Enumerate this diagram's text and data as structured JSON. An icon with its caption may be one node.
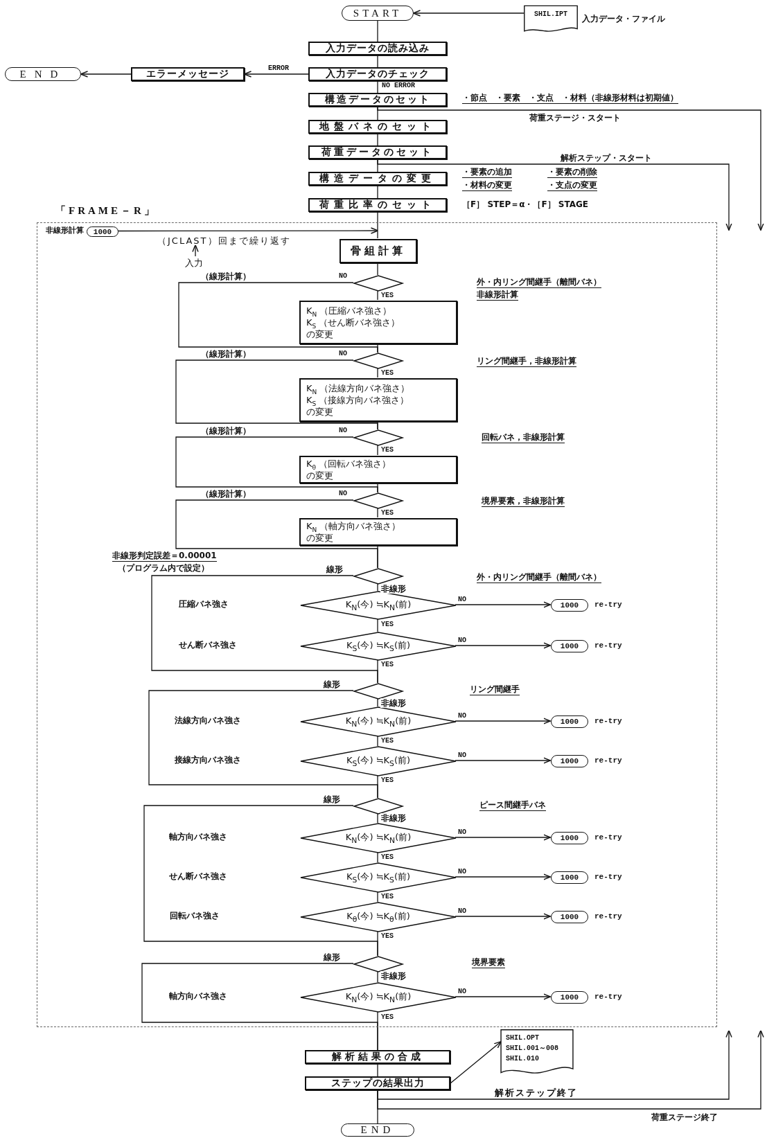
{
  "diagram": {
    "nodes": [
      {
        "text": [
          "START"
        ]
      },
      {
        "text": [
          "SHIL.IPT"
        ],
        "beside": [
          "入力データ・ファイル"
        ]
      },
      {
        "text": [
          "入力データの読み込み"
        ]
      },
      {
        "text": [
          "入力データのチェック"
        ]
      },
      {
        "text": [
          "エラーメッセージ"
        ]
      },
      {
        "text": [
          "END"
        ]
      },
      {
        "text": [
          "構造データのセット"
        ],
        "beside": [
          "・節点　・要素　・支点　・材料（非線形材料は初期値）"
        ]
      },
      {
        "text": [
          "地盤バネのセット"
        ]
      },
      {
        "text": [
          "荷重データのセット"
        ]
      },
      {
        "text": [
          "構造データの変更"
        ],
        "beside": [
          "・要素の追加",
          "・要素の削除",
          "・材料の変更",
          "・支点の変更"
        ]
      },
      {
        "text": [
          "荷重比率のセット"
        ],
        "beside": [
          "［F］ STEP＝α・［F］ STAGE"
        ]
      },
      {
        "text": [
          "「FRAME－R」"
        ]
      },
      {
        "text": [
          "1000"
        ],
        "in": 11,
        "beside": [
          "非線形計算"
        ]
      },
      {
        "text": [
          "（JCLAST）回まで繰り返す"
        ],
        "in": 11
      },
      {
        "text": [
          "入力"
        ],
        "in": 11
      },
      {
        "text": [
          "骨組計算"
        ],
        "in": 11
      },
      {
        "text": [],
        "shape": "diamond",
        "in": 11
      },
      {
        "text": [
          "K$_{N}$ （圧縮バネ強さ）",
          "K$_{S}$ （せん断バネ強さ）",
          "の変更"
        ],
        "in": 11
      },
      {
        "text": [],
        "shape": "diamond",
        "in": 11
      },
      {
        "text": [
          "K$_{N}$ （法線方向バネ強さ）",
          "K$_{S}$ （接線方向バネ強さ）",
          "の変更"
        ],
        "in": 11
      },
      {
        "text": [],
        "shape": "diamond",
        "in": 11
      },
      {
        "text": [
          "K$_{θ}$ （回転バネ強さ）",
          "の変更"
        ],
        "in": 11
      },
      {
        "text": [],
        "shape": "diamond",
        "in": 11
      },
      {
        "text": [
          "K$_{N}$ （軸方向バネ強さ）",
          "の変更"
        ],
        "in": 11
      },
      {
        "text": [],
        "shape": "diamond",
        "in": 11
      },
      {
        "text": [
          "K$_{N}$(今) ≒K$_{N}$(前)"
        ],
        "in": 11
      },
      {
        "text": [
          "1000"
        ],
        "in": 11,
        "beside": [
          "re-try"
        ]
      },
      {
        "text": [
          "K$_{S}$(今) ≒K$_{S}$(前)"
        ],
        "in": 11
      },
      {
        "text": [
          "1000"
        ],
        "in": 11,
        "beside": [
          "re-try"
        ]
      },
      {
        "text": [],
        "shape": "diamond",
        "in": 11
      },
      {
        "text": [
          "K$_{N}$(今) ≒K$_{N}$(前)"
        ],
        "in": 11
      },
      {
        "text": [
          "1000"
        ],
        "in": 11,
        "beside": [
          "re-try"
        ]
      },
      {
        "text": [
          "K$_{S}$(今) ≒K$_{S}$(前)"
        ],
        "in": 11
      },
      {
        "text": [
          "1000"
        ],
        "in": 11,
        "beside": [
          "re-try"
        ]
      },
      {
        "text": [],
        "shape": "diamond",
        "in": 11
      },
      {
        "text": [
          "K$_{N}$(今) ≒K$_{N}$(前)"
        ],
        "in": 11
      },
      {
        "text": [
          "1000"
        ],
        "in": 11,
        "beside": [
          "re-try"
        ]
      },
      {
        "text": [
          "K$_{S}$(今) ≒K$_{S}$(前)"
        ],
        "in": 11
      },
      {
        "text": [
          "1000"
        ],
        "in": 11,
        "beside": [
          "re-try"
        ]
      },
      {
        "text": [
          "K$_{θ}$(今) ≒K$_{θ}$(前)"
        ],
        "in": 11
      },
      {
        "text": [
          "1000"
        ],
        "in": 11,
        "beside": [
          "re-try"
        ]
      },
      {
        "text": [],
        "shape": "diamond",
        "in": 11
      },
      {
        "text": [
          "K$_{N}$(今) ≒K$_{N}$(前)"
        ],
        "in": 11
      },
      {
        "text": [
          "1000"
        ],
        "in": 11,
        "beside": [
          "re-try"
        ]
      },
      {
        "text": [
          "解析結果の合成"
        ]
      },
      {
        "text": [
          "ステップの結果出力"
        ]
      },
      {
        "text": [
          "SHIL.OPT",
          "SHIL.001～008",
          "SHIL.010"
        ]
      },
      {
        "text": [
          "END"
        ]
      }
    ],
    "edges": [
      {
        "from": 1,
        "to": 0,
        "arrow": "to"
      },
      {
        "from": 0,
        "to": 2,
        "arrow": "none"
      },
      {
        "from": 2,
        "to": 3,
        "arrow": "none"
      },
      {
        "from": 3,
        "to": 4,
        "arrow": "to",
        "label": "ERROR"
      },
      {
        "from": 4,
        "to": 5,
        "arrow": "to"
      },
      {
        "from": 3,
        "to": 6,
        "arrow": "none",
        "label": "NO ERROR"
      },
      {
        "from": 6,
        "to": 7,
        "arrow": "none"
      },
      {
        "from": 6,
        "to": null,
        "arrow": "to",
        "label": "荷重ステージ・スタート"
      },
      {
        "from": 7,
        "to": 8,
        "arrow": "none"
      },
      {
        "from": 8,
        "to": 9,
        "arrow": "none"
      },
      {
        "from": 8,
        "to": 11,
        "arrow": "to",
        "label": "解析ステップ・スタート"
      },
      {
        "from": 9,
        "to": 10,
        "arrow": "none"
      },
      {
        "from": 10,
        "to": 15,
        "arrow": "none"
      },
      {
        "from": 12,
        "to": 15,
        "arrow": "to"
      },
      {
        "from": 14,
        "to": 13,
        "arrow": "to"
      },
      {
        "from": 15,
        "to": 16,
        "arrow": "none"
      },
      {
        "from": 16,
        "to": 17,
        "arrow": "none",
        "label": "YES"
      },
      {
        "from": 16,
        "to": 18,
        "arrow": "none",
        "label": "NO"
      },
      {
        "from": 17,
        "to": 18,
        "arrow": "none"
      },
      {
        "from": 18,
        "to": 19,
        "arrow": "none",
        "label": "YES"
      },
      {
        "from": 18,
        "to": 20,
        "arrow": "none",
        "label": "NO"
      },
      {
        "from": 19,
        "to": 20,
        "arrow": "none"
      },
      {
        "from": 20,
        "to": 21,
        "arrow": "none",
        "label": "YES"
      },
      {
        "from": 20,
        "to": 22,
        "arrow": "none",
        "label": "NO"
      },
      {
        "from": 21,
        "to": 22,
        "arrow": "none"
      },
      {
        "from": 22,
        "to": 23,
        "arrow": "none",
        "label": "YES"
      },
      {
        "from": 22,
        "to": 24,
        "arrow": "none",
        "label": "NO"
      },
      {
        "from": 23,
        "to": 24,
        "arrow": "none"
      },
      {
        "from": 24,
        "to": 25,
        "arrow": "none",
        "label": "非線形"
      },
      {
        "from": 24,
        "to": 29,
        "arrow": "none",
        "label": "線形"
      },
      {
        "from": 25,
        "to": 26,
        "arrow": "to",
        "label": "NO"
      },
      {
        "from": 25,
        "to": 27,
        "arrow": "none",
        "label": "YES"
      },
      {
        "from": 27,
        "to": 28,
        "arrow": "to",
        "label": "NO"
      },
      {
        "from": 27,
        "to": 29,
        "arrow": "none",
        "label": "YES"
      },
      {
        "from": 29,
        "to": 30,
        "arrow": "none",
        "label": "非線形"
      },
      {
        "from": 29,
        "to": 34,
        "arrow": "none",
        "label": "線形"
      },
      {
        "from": 30,
        "to": 31,
        "arrow": "to",
        "label": "NO"
      },
      {
        "from": 30,
        "to": 32,
        "arrow": "none",
        "label": "YES"
      },
      {
        "from": 32,
        "to": 33,
        "arrow": "to",
        "label": "NO"
      },
      {
        "from": 32,
        "to": 34,
        "arrow": "none",
        "label": "YES"
      },
      {
        "from": 34,
        "to": 35,
        "arrow": "none",
        "label": "非線形"
      },
      {
        "from": 34,
        "to": 41,
        "arrow": "none",
        "label": "線形"
      },
      {
        "from": 35,
        "to": 36,
        "arrow": "to",
        "label": "NO"
      },
      {
        "from": 35,
        "to": 37,
        "arrow": "none",
        "label": "YES"
      },
      {
        "from": 37,
        "to": 38,
        "arrow": "to",
        "label": "NO"
      },
      {
        "from": 37,
        "to": 39,
        "arrow": "none",
        "label": "YES"
      },
      {
        "from": 39,
        "to": 40,
        "arrow": "to",
        "label": "NO"
      },
      {
        "from": 39,
        "to": 41,
        "arrow": "none",
        "label": "YES"
      },
      {
        "from": 41,
        "to": 42,
        "arrow": "none",
        "label": "非線形"
      },
      {
        "from": 41,
        "to": 44,
        "arrow": "none",
        "label": "線形"
      },
      {
        "from": 42,
        "to": 43,
        "arrow": "to",
        "label": "NO"
      },
      {
        "from": 42,
        "to": 44,
        "arrow": "none",
        "label": "YES"
      },
      {
        "from": 44,
        "to": 45,
        "arrow": "none"
      },
      {
        "from": 45,
        "to": 46,
        "arrow": "to"
      },
      {
        "from": 45,
        "to": 11,
        "arrow": "to",
        "label": "解析ステップ終了"
      },
      {
        "from": 45,
        "to": null,
        "arrow": "to",
        "label": "荷重ステージ終了"
      },
      {
        "from": 45,
        "to": 47,
        "arrow": "none"
      }
    ],
    "labels": [
      "（線形計算）",
      "外・内リング間継手（離間バネ）",
      "非線形計算",
      "（線形計算）",
      "リング間継手，非線形計算",
      "（線形計算）",
      "回転バネ，非線形計算",
      "（線形計算）",
      "境界要素，非線形計算",
      "非線形判定誤差＝0.00001",
      "（プログラム内で設定）",
      "外・内リング間継手（離間バネ）",
      "圧縮バネ強さ",
      "せん断バネ強さ",
      "リング間継手",
      "法線方向バネ強さ",
      "接線方向バネ強さ",
      "ピース間継手バネ",
      "軸方向バネ強さ",
      "せん断バネ強さ",
      "回転バネ強さ",
      "境界要素",
      "軸方向バネ強さ"
    ]
  }
}
